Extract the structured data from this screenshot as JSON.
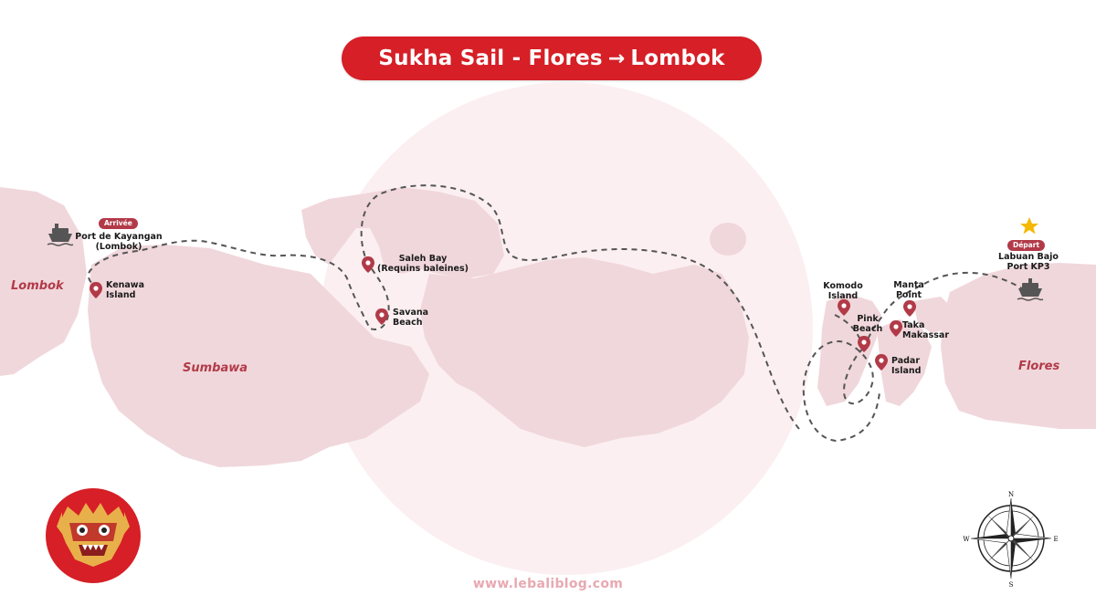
{
  "title": {
    "left": "Sukha Sail - Flores",
    "arrow": "→",
    "right": "Lombok"
  },
  "regions": {
    "lombok": "Lombok",
    "sumbawa": "Sumbawa",
    "flores": "Flores"
  },
  "badges": {
    "arrival": "Arrivée",
    "departure": "Départ"
  },
  "ports": {
    "kayangan": {
      "line1": "Port de Kayangan",
      "line2": "(Lombok)",
      "icon": "ship-icon"
    },
    "labuan": {
      "line1": "Labuan Bajo",
      "line2": "Port KP3",
      "icon": "ship-icon"
    }
  },
  "stops": {
    "kenawa": {
      "line1": "Kenawa",
      "line2": "Island"
    },
    "saleh": {
      "line1": "Saleh Bay",
      "line2": "(Requins baleines)"
    },
    "savana": {
      "line1": "Savana",
      "line2": "Beach"
    },
    "komodo": {
      "line1": "Komodo",
      "line2": "Island"
    },
    "manta": {
      "line1": "Manta",
      "line2": "Point"
    },
    "pink": {
      "line1": "Pink",
      "line2": "Beach"
    },
    "taka": {
      "line1": "Taka",
      "line2": "Makassar"
    },
    "padar": {
      "line1": "Padar",
      "line2": "Island"
    }
  },
  "compass": {
    "n": "N",
    "s": "S",
    "e": "E",
    "w": "W"
  },
  "footer": "www.lebaliblog.com",
  "colors": {
    "brand_red": "#d61f26",
    "marker": "#b23a48",
    "land": "#f0d7db",
    "star": "#f5b800",
    "route": "#555555"
  }
}
